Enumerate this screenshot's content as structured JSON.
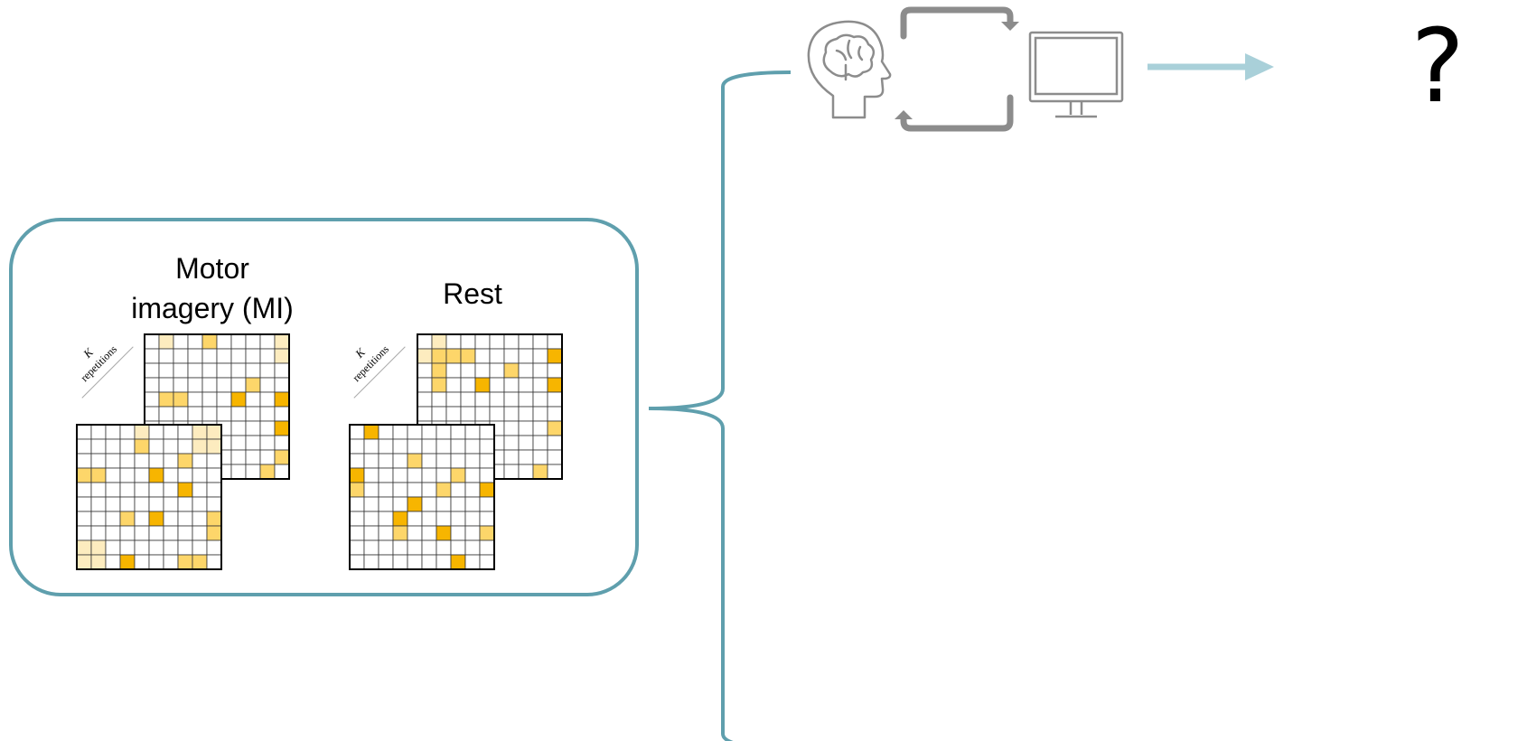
{
  "panel": {
    "mi_title_line1": "Motor",
    "mi_title_line2": "imagery (MI)",
    "rest_title": "Rest",
    "stack_label_k": "K",
    "stack_label_repetitions": "repetitions"
  },
  "feedback": {
    "outcome_symbol": "?"
  },
  "colors": {
    "teal": "#5f9fad",
    "teal_arrow": "#a9d0d9",
    "gold": "#f7b500",
    "gold_light": "#fdd66a",
    "gold_pale": "#fdecbf",
    "gray": "#8c8c8c",
    "grid": "#000000"
  },
  "matrices": {
    "mi_back": [
      [
        0,
        1,
        0,
        0,
        2,
        0,
        0,
        0,
        0,
        1
      ],
      [
        0,
        0,
        0,
        0,
        0,
        0,
        0,
        0,
        0,
        1
      ],
      [
        0,
        0,
        0,
        0,
        0,
        0,
        0,
        0,
        0,
        0
      ],
      [
        0,
        0,
        0,
        0,
        0,
        0,
        0,
        2,
        0,
        0
      ],
      [
        0,
        2,
        2,
        0,
        0,
        0,
        3,
        0,
        0,
        3
      ],
      [
        0,
        0,
        0,
        0,
        0,
        0,
        0,
        0,
        0,
        0
      ],
      [
        0,
        0,
        0,
        0,
        0,
        0,
        0,
        0,
        0,
        3
      ],
      [
        0,
        0,
        0,
        0,
        0,
        0,
        0,
        0,
        0,
        0
      ],
      [
        0,
        0,
        0,
        0,
        0,
        0,
        0,
        0,
        0,
        2
      ],
      [
        0,
        0,
        0,
        0,
        0,
        0,
        0,
        0,
        2,
        0
      ]
    ],
    "mi_front": [
      [
        0,
        0,
        0,
        0,
        1,
        0,
        0,
        0,
        1,
        1
      ],
      [
        0,
        0,
        0,
        0,
        2,
        0,
        0,
        0,
        1,
        1
      ],
      [
        0,
        0,
        0,
        0,
        0,
        0,
        0,
        2,
        0,
        0
      ],
      [
        2,
        2,
        0,
        0,
        0,
        3,
        0,
        0,
        0,
        0
      ],
      [
        0,
        0,
        0,
        0,
        0,
        0,
        0,
        3,
        0,
        0
      ],
      [
        0,
        0,
        0,
        0,
        0,
        0,
        0,
        0,
        0,
        0
      ],
      [
        0,
        0,
        0,
        2,
        0,
        3,
        0,
        0,
        0,
        2
      ],
      [
        0,
        0,
        0,
        0,
        0,
        0,
        0,
        0,
        0,
        2
      ],
      [
        1,
        1,
        0,
        0,
        0,
        0,
        0,
        0,
        0,
        0
      ],
      [
        1,
        1,
        0,
        3,
        0,
        0,
        0,
        2,
        2,
        0
      ]
    ],
    "rest_back": [
      [
        0,
        1,
        0,
        0,
        0,
        0,
        0,
        0,
        0,
        0
      ],
      [
        1,
        2,
        2,
        2,
        0,
        0,
        0,
        0,
        0,
        3
      ],
      [
        0,
        2,
        0,
        0,
        0,
        0,
        2,
        0,
        0,
        0
      ],
      [
        0,
        2,
        0,
        0,
        3,
        0,
        0,
        0,
        0,
        3
      ],
      [
        0,
        0,
        0,
        0,
        0,
        0,
        0,
        0,
        0,
        0
      ],
      [
        0,
        0,
        0,
        0,
        0,
        0,
        0,
        0,
        0,
        0
      ],
      [
        0,
        0,
        0,
        0,
        0,
        0,
        0,
        0,
        0,
        2
      ],
      [
        0,
        0,
        0,
        0,
        0,
        0,
        0,
        0,
        0,
        0
      ],
      [
        0,
        0,
        0,
        0,
        0,
        0,
        0,
        0,
        0,
        0
      ],
      [
        0,
        0,
        0,
        0,
        0,
        0,
        0,
        0,
        2,
        0
      ]
    ],
    "rest_front": [
      [
        0,
        3,
        0,
        0,
        0,
        0,
        0,
        0,
        0,
        0
      ],
      [
        0,
        0,
        0,
        0,
        0,
        0,
        0,
        0,
        0,
        0
      ],
      [
        0,
        0,
        0,
        0,
        2,
        0,
        0,
        0,
        0,
        0
      ],
      [
        3,
        0,
        0,
        0,
        0,
        0,
        0,
        2,
        0,
        0
      ],
      [
        2,
        0,
        0,
        0,
        0,
        0,
        2,
        0,
        0,
        3
      ],
      [
        0,
        0,
        0,
        0,
        3,
        0,
        0,
        0,
        0,
        0
      ],
      [
        0,
        0,
        0,
        3,
        0,
        0,
        0,
        0,
        0,
        0
      ],
      [
        0,
        0,
        0,
        2,
        0,
        0,
        3,
        0,
        0,
        2
      ],
      [
        0,
        0,
        0,
        0,
        0,
        0,
        0,
        0,
        0,
        0
      ],
      [
        0,
        0,
        0,
        0,
        0,
        0,
        0,
        3,
        0,
        0
      ]
    ]
  }
}
